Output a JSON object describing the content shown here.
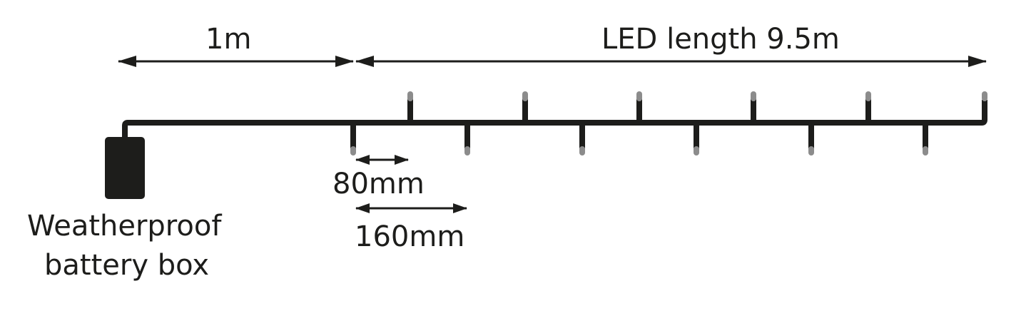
{
  "labels": {
    "cable_length": "1m",
    "led_length": "LED length 9.5m",
    "spacing_small": "80mm",
    "spacing_large": "160mm",
    "battery_line1": "Weatherproof",
    "battery_line2": "battery box"
  },
  "colors": {
    "wire": "#1d1d1b",
    "led_tip": "#8c8c8c",
    "background": "#ffffff"
  },
  "diagram": {
    "led_count": 12,
    "led_pitch_mm": 80,
    "same_side_pitch_mm": 160,
    "lead_cable_m": 1,
    "led_length_m": 9.5
  }
}
